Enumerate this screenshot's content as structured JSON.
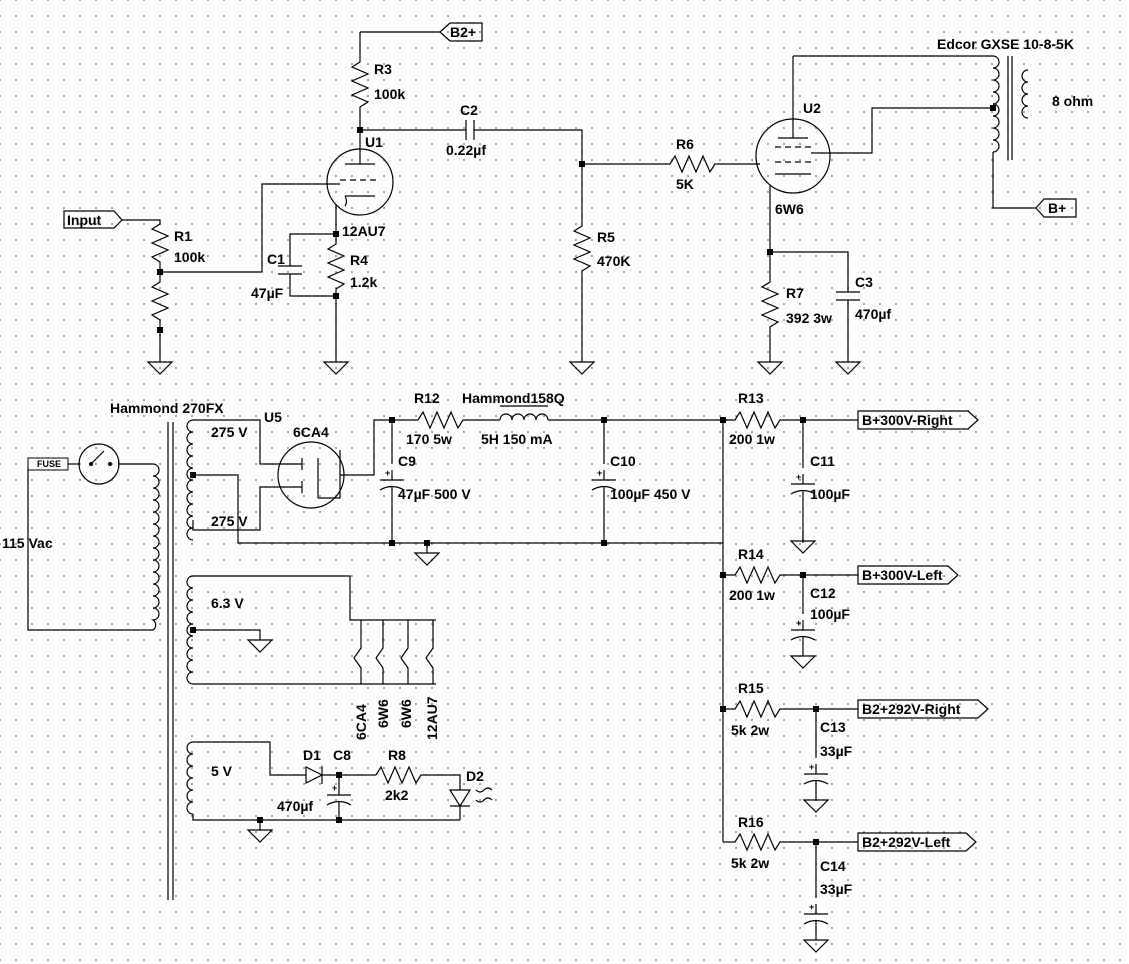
{
  "labels": {
    "b2plus_top": "B2+",
    "r3": "R3",
    "r3_val": "100k",
    "c2": "C2",
    "c2_val": "0.22µf",
    "u1": "U1",
    "u1_val": "12AU7",
    "input": "Input",
    "r1": "R1",
    "r1_val": "100k",
    "c1": "C1",
    "c1_val": "47µF",
    "r4": "R4",
    "r4_val": "1.2k",
    "r5": "R5",
    "r5_val": "470K",
    "r6": "R6",
    "r6_val": "5K",
    "u2": "U2",
    "u2_val": "6W6",
    "ot": "Edcor GXSE 10-8-5K",
    "ohm": "8 ohm",
    "bplus": "B+",
    "r7": "R7",
    "r7_val": "392 3w",
    "c3": "C3",
    "c3_val": "470µf",
    "pt": "Hammond 270FX",
    "u5": "U5",
    "u5_val": "6CA4",
    "v275a": "275 V",
    "v275b": "275 V",
    "fuse": "FUSE",
    "mains": "115 Vac",
    "r12": "R12",
    "r12_val": "170 5w",
    "choke": "Hammond158Q",
    "choke_val": "5H 150 mA",
    "c9": "C9",
    "c9_val": "47µF 500 V",
    "c10": "C10",
    "c10_val": "100µF 450 V",
    "r13": "R13",
    "r13_val": "200 1w",
    "c11": "C11",
    "c11_val": "100µF",
    "out1": "B+300V-Right",
    "r14": "R14",
    "r14_val": "200 1w",
    "c12": "C12",
    "c12_val": "100µF",
    "out2": "B+300V-Left",
    "v63": "6.3 V",
    "h1": "6CA4",
    "h2": "6W6",
    "h3": "6W6",
    "h4": "12AU7",
    "r15": "R15",
    "r15_val": "5k 2w",
    "c13": "C13",
    "c13_val": "33µF",
    "out3": "B2+292V-Right",
    "v5": "5 V",
    "d1": "D1",
    "c8": "C8",
    "c8_val": "470µf",
    "r8": "R8",
    "r8_val": "2k2",
    "d2": "D2",
    "r16": "R16",
    "r16_val": "5k 2w",
    "c14": "C14",
    "c14_val": "33µF",
    "out4": "B2+292V-Left"
  },
  "ground_icon": "ground-symbol-icon"
}
